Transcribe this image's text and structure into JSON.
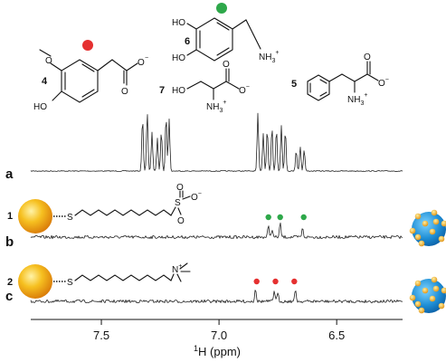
{
  "compounds": {
    "c4": {
      "number": "4",
      "methoxy": "O",
      "hydroxy": "HO",
      "carboxylate": "O",
      "charge": "−",
      "marker_color": "#e53030"
    },
    "c6": {
      "number": "6",
      "hydroxy_top": "HO",
      "hydroxy_bottom": "HO",
      "amine": "NH",
      "amine_sub": "3",
      "charge": "+",
      "marker_color": "#2ea84a"
    },
    "c7": {
      "number": "7",
      "hydroxy": "HO",
      "amine": "NH",
      "amine_sub": "3",
      "amine_charge": "+",
      "carboxylate": "O",
      "charge": "−"
    },
    "c5": {
      "number": "5",
      "amine": "NH",
      "amine_sub": "3",
      "amine_charge": "+",
      "carboxylate": "O",
      "charge": "−"
    }
  },
  "nanoparticles": {
    "np1": {
      "number": "1",
      "linker": "S",
      "sulfonate_s": "S",
      "sulfonate_o": "O",
      "charge": "−"
    },
    "np2": {
      "number": "2",
      "linker": "S",
      "ammonium": "N",
      "charge": "+"
    }
  },
  "chart_data": {
    "type": "line",
    "xlabel_sup": "1",
    "xlabel": "H (ppm)",
    "xlim": [
      7.8,
      6.22
    ],
    "x_reversed": true,
    "ticks": [
      "7.5",
      "7.0",
      "6.5"
    ],
    "tick_values": [
      7.5,
      7.0,
      6.5
    ],
    "series": [
      {
        "name": "a",
        "peaks": [
          {
            "ppm": 7.325,
            "h": 0.82
          },
          {
            "ppm": 7.305,
            "h": 0.9
          },
          {
            "ppm": 7.285,
            "h": 0.6
          },
          {
            "ppm": 7.262,
            "h": 0.5
          },
          {
            "ppm": 7.245,
            "h": 0.62
          },
          {
            "ppm": 7.225,
            "h": 0.85
          },
          {
            "ppm": 7.212,
            "h": 0.8
          },
          {
            "ppm": 6.835,
            "h": 0.88
          },
          {
            "ppm": 6.812,
            "h": 0.58
          },
          {
            "ppm": 6.795,
            "h": 0.65
          },
          {
            "ppm": 6.775,
            "h": 0.68
          },
          {
            "ppm": 6.756,
            "h": 0.65
          },
          {
            "ppm": 6.735,
            "h": 0.7
          },
          {
            "ppm": 6.718,
            "h": 0.62
          },
          {
            "ppm": 6.672,
            "h": 0.32
          },
          {
            "ppm": 6.655,
            "h": 0.38
          },
          {
            "ppm": 6.638,
            "h": 0.33
          }
        ]
      },
      {
        "name": "b",
        "marker_color": "#2ea84a",
        "markers_ppm": [
          6.79,
          6.74,
          6.64
        ],
        "peaks": [
          {
            "ppm": 6.79,
            "h": 0.4
          },
          {
            "ppm": 6.775,
            "h": 0.28
          },
          {
            "ppm": 6.74,
            "h": 0.5
          },
          {
            "ppm": 6.645,
            "h": 0.32
          }
        ]
      },
      {
        "name": "c",
        "marker_color": "#e53030",
        "markers_ppm": [
          6.84,
          6.76,
          6.68
        ],
        "peaks": [
          {
            "ppm": 6.845,
            "h": 0.5
          },
          {
            "ppm": 6.765,
            "h": 0.42
          },
          {
            "ppm": 6.75,
            "h": 0.3
          },
          {
            "ppm": 6.675,
            "h": 0.42
          }
        ]
      }
    ]
  }
}
